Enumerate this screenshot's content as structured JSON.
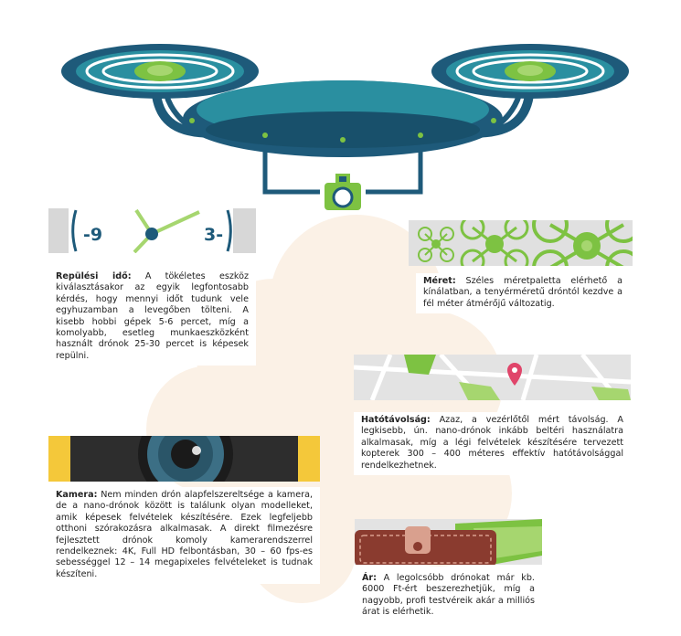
{
  "colors": {
    "navy": "#1e5a7a",
    "teal": "#2a8fa0",
    "green": "#7dc242",
    "light_green": "#a6d66f",
    "cloud": "#fbf1e6",
    "yellow": "#f4c83a",
    "brown": "#8a3b2f",
    "pink": "#e0456a",
    "gray": "#e3e3e3"
  },
  "icons": [
    "drone-illustration",
    "clock-icon",
    "drone-size-icons",
    "map-pin-icon",
    "camera-lens-icon",
    "wallet-icon"
  ],
  "clock": {
    "left": "-9",
    "right": "3-"
  },
  "sections": {
    "flight_time": {
      "title": "Repülési idő:",
      "text": " A tökéletes eszköz kiválasztásakor az egyik legfontosabb kérdés, hogy mennyi időt tudunk vele egyhuzamban a levegőben tölteni. A kisebb hobbi gépek 5-6 percet, míg a komolyabb, esetleg munkaeszközként használt drónok 25-30 percet is képesek repülni."
    },
    "size": {
      "title": "Méret:",
      "text": " Széles méretpaletta elérhető a kínálatban, a tenyérméretű dróntól kezdve a fél méter átmérőjű változatig."
    },
    "range": {
      "title": "Hatótávolság:",
      "text": " Azaz, a vezérlőtől mért távolság. A legkisebb, ún. nano-drónok inkább beltéri használatra alkalmasak, míg a légi felvételek készítésére tervezett kopterek 300 – 400 méteres effektív hatótávolsággal rendelkezhetnek."
    },
    "camera": {
      "title": "Kamera:",
      "text": " Nem minden drón alapfelszereltsége a kamera, de a nano-drónok között is találunk olyan modelleket, amik képesek felvételek készítésére. Ezek legfeljebb otthoni szórakozásra alkalmasak. A direkt filmezésre fejlesztett drónok komoly kamerarendszerrel rendelkeznek: 4K, Full HD felbontásban, 30 – 60 fps-es sebességgel 12 – 14 megapixeles felvételeket is tudnak készíteni."
    },
    "price": {
      "title": "Ár:",
      "text": " A legolcsóbb drónokat már kb. 6000 Ft-ért beszerezhetjük, míg a nagyobb, profi testvéreik akár a milliós árat is elérhetik."
    }
  }
}
